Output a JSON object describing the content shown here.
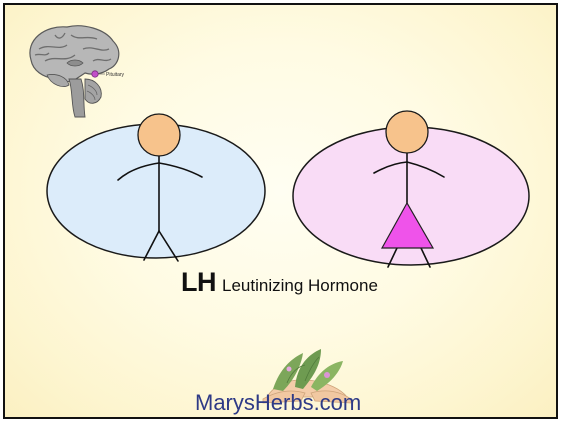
{
  "brain_inset": {
    "label": "Pituitary",
    "pituitary_color": "#c24fc8"
  },
  "male_figure": {
    "oval_fill": "#dcecfa",
    "head_fill": "#f7c38c"
  },
  "female_figure": {
    "oval_fill": "#f9dcf6",
    "head_fill": "#f7c38c",
    "dress_fill": "#ef53ea"
  },
  "caption": {
    "abbreviation": "LH",
    "full_name": "Leutinizing Hormone"
  },
  "footer": {
    "site_name": "MarysHerbs.com",
    "logo_icon": "herb-leaves-in-hands-icon"
  }
}
